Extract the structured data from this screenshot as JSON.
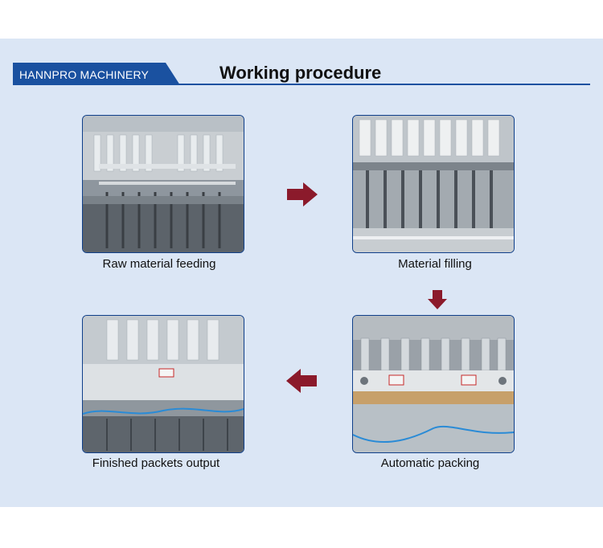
{
  "brand": {
    "name": "HANNPRO  MACHINERY",
    "color": "#1a51a0"
  },
  "header": {
    "title": "Working procedure"
  },
  "steps": [
    {
      "caption": "Raw material feeding",
      "photo": "raw-material-feeding-photo"
    },
    {
      "caption": "Material filling",
      "photo": "material-filling-photo"
    },
    {
      "caption": "Automatic packing",
      "photo": "automatic-packing-photo"
    },
    {
      "caption": "Finished packets output",
      "photo": "finished-packets-output-photo"
    }
  ],
  "colors": {
    "panel": "#dbe6f5",
    "arrow": "#8b1a2b",
    "frame": "#0f3f8a"
  }
}
